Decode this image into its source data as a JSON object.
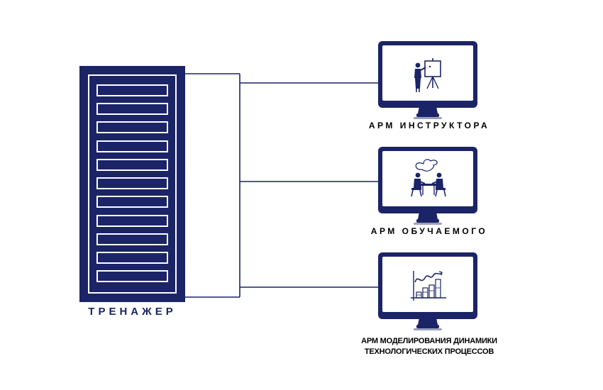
{
  "server": {
    "label": "ТРЕНАЖЕР",
    "color": "#1b2466"
  },
  "workstations": [
    {
      "label": "АРМ ИНСТРУКТОРА",
      "icon": "instructor-presentation-icon"
    },
    {
      "label": "АРМ ОБУЧАЕМОГО",
      "icon": "two-people-discussion-icon"
    },
    {
      "label_lines": [
        "АРМ МОДЕЛИРОВАНИЯ ДИНАМИКИ",
        "ТЕХНОЛОГИЧЕСКИХ ПРОЦЕССОВ"
      ],
      "icon": "process-dynamics-chart-icon"
    }
  ],
  "colors": {
    "primary": "#1b2466",
    "background": "#ffffff"
  }
}
